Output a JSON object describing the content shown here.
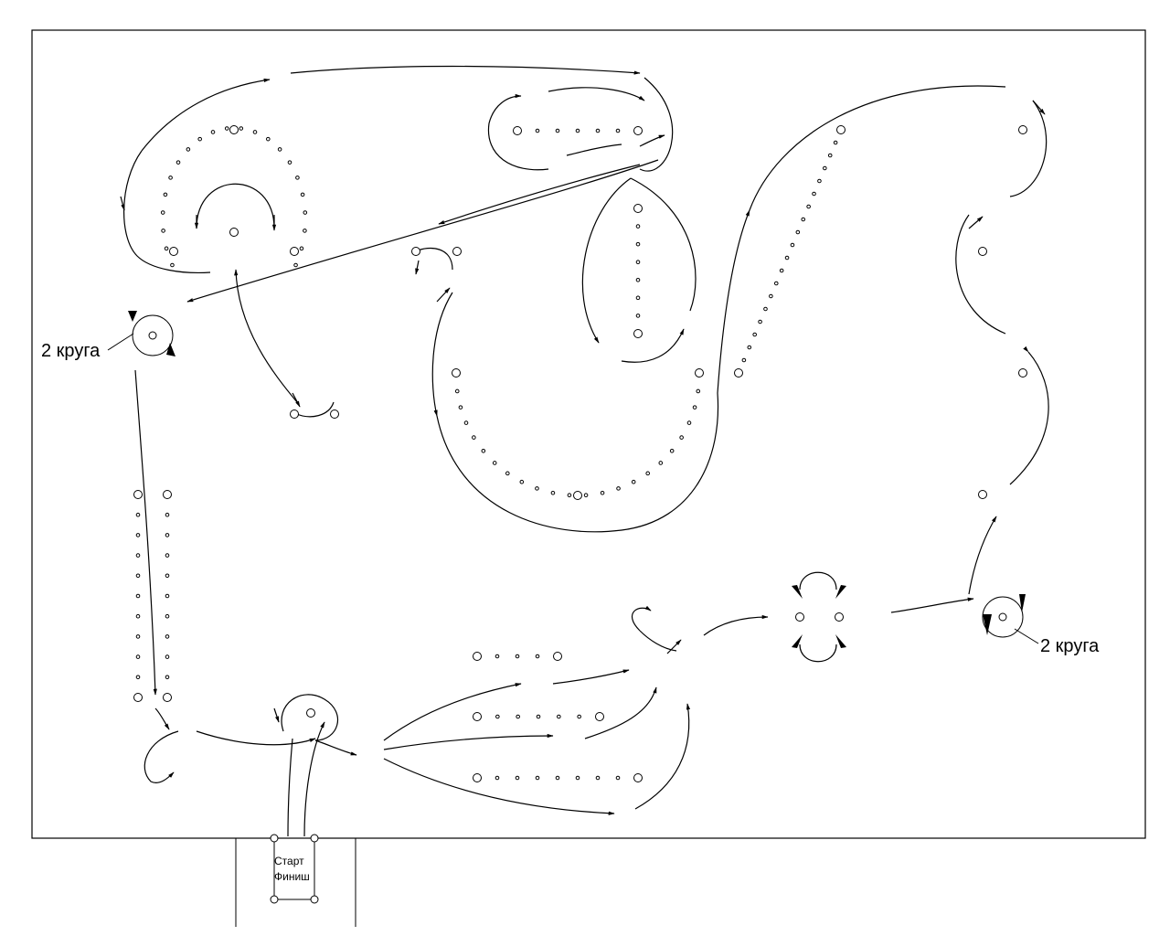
{
  "labels": {
    "laps_left": "2 круга",
    "laps_right": "2 круга",
    "start": "Старт",
    "finish": "Финиш"
  },
  "colors": {
    "ink": "#000000",
    "paper": "#ffffff"
  }
}
